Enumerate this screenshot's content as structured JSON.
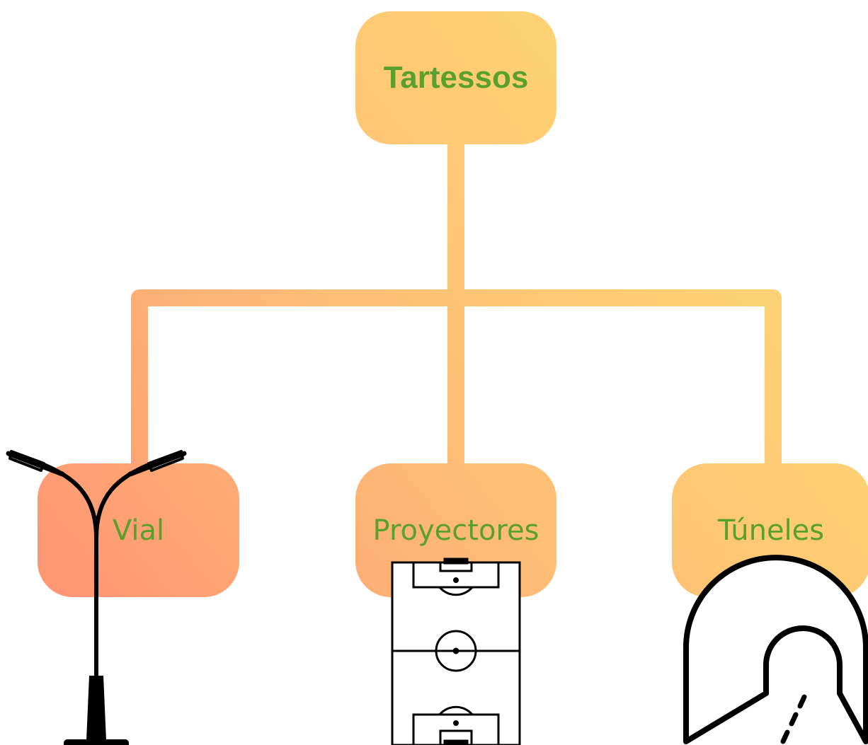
{
  "root": {
    "label": "Tartessos"
  },
  "children": [
    {
      "label": "Vial",
      "icon": "street-lamp-icon"
    },
    {
      "label": "Proyectores",
      "icon": "football-field-icon"
    },
    {
      "label": "Túneles",
      "icon": "tunnel-icon"
    }
  ],
  "colors": {
    "text": "#5aa02c",
    "gradient_warm": "#ff8a72",
    "gradient_mid": "#fdbd76",
    "gradient_light": "#ffe272",
    "icon_stroke": "#000000"
  }
}
